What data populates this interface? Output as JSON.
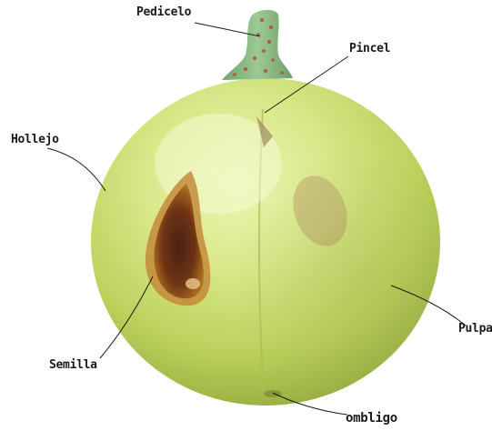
{
  "diagram": {
    "labels": {
      "pedicelo": "Pedicelo",
      "pincel": "Pincel",
      "hollejo": "Hollejo",
      "pulpa": "Pulpa",
      "semilla": "Semilla",
      "ombligo": "ombligo"
    },
    "colors": {
      "background": "#ffffff",
      "skin_light": "#e3ee9c",
      "skin_mid": "#bcd45a",
      "skin_dark": "#8ea23a",
      "stem": "#86b77f",
      "stem_dots": "#b5583c",
      "seed_outer": "#a8651c",
      "seed_inner": "#5e2a14",
      "leader_lines": "#1a1a1a"
    }
  }
}
